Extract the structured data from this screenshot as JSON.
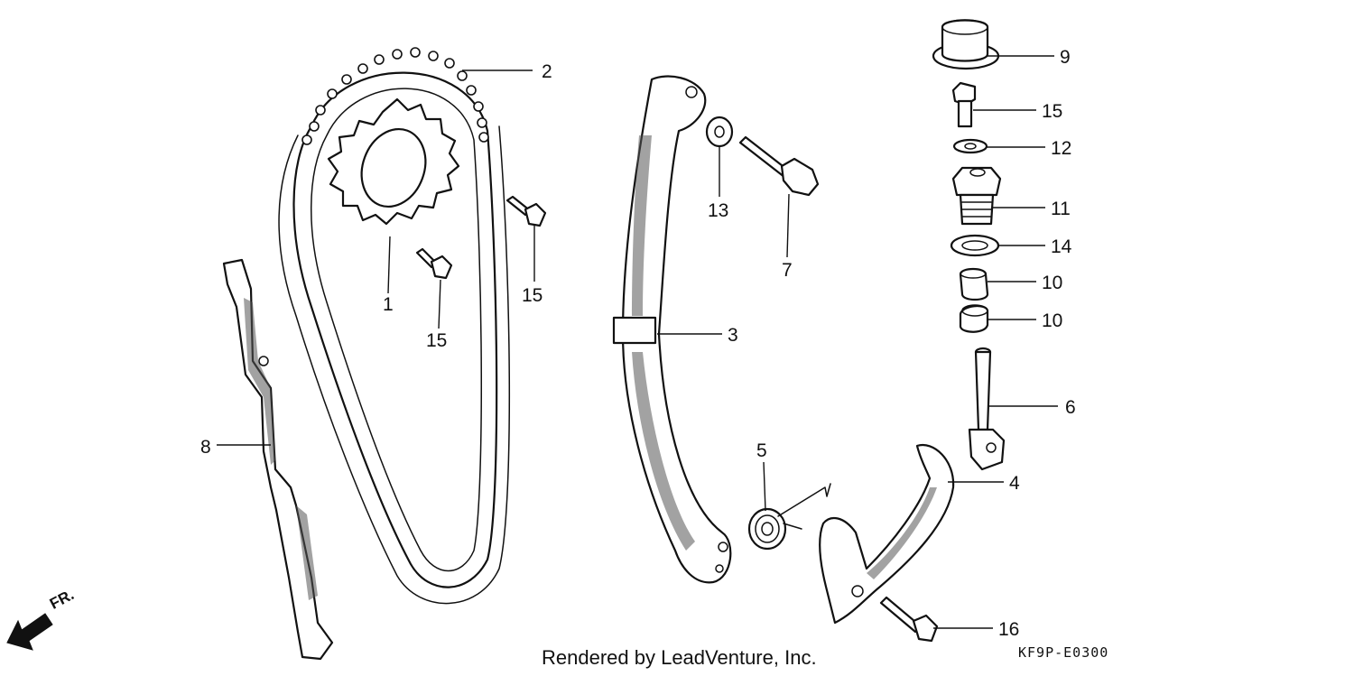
{
  "callouts": {
    "c1": "1",
    "c2": "2",
    "c3": "3",
    "c4": "4",
    "c5": "5",
    "c6": "6",
    "c7": "7",
    "c8": "8",
    "c9": "9",
    "c10a": "10",
    "c10b": "10",
    "c11": "11",
    "c12": "12",
    "c13": "13",
    "c14": "14",
    "c15a": "15",
    "c15b": "15",
    "c15c": "15",
    "c16": "16"
  },
  "credit": "Rendered by LeadVenture, Inc.",
  "diagram_code": "KF9P-E0300",
  "direction_label": "FR."
}
